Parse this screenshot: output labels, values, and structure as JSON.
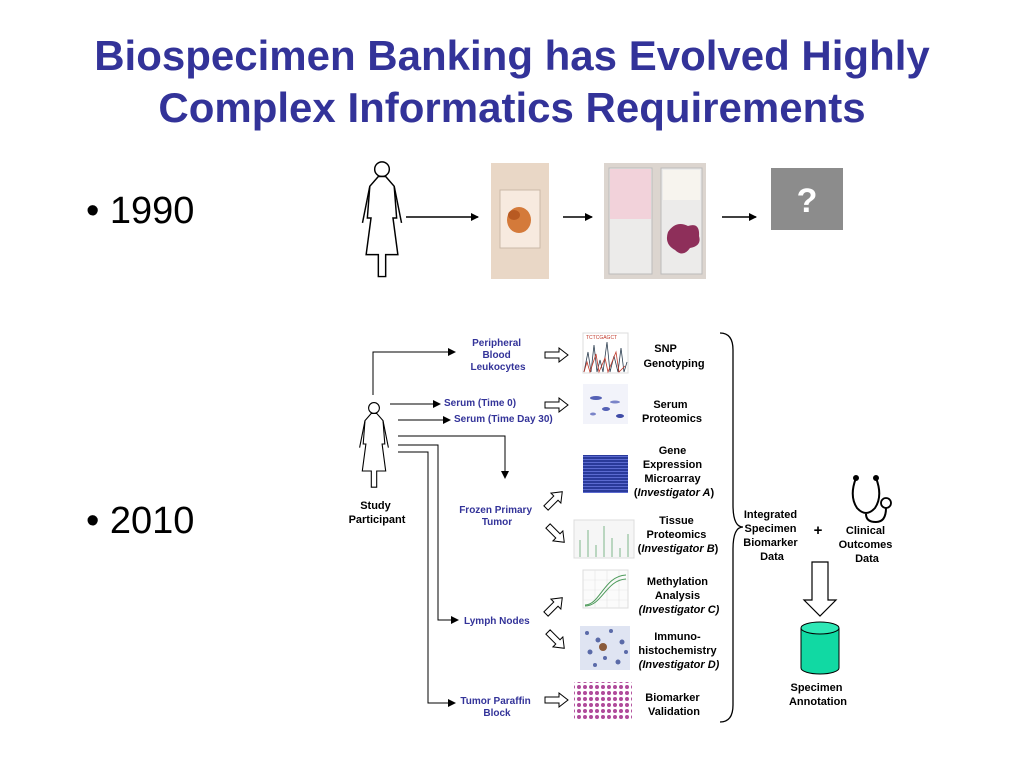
{
  "title": {
    "line1": "Biospecimen Banking has Evolved Highly",
    "line2": "Complex Informatics Requirements"
  },
  "bullets": [
    {
      "symbol": "•",
      "text": "1990"
    },
    {
      "symbol": "•",
      "text": "2010"
    }
  ],
  "row_1990": {
    "question_mark": "?"
  },
  "diagram_2010": {
    "participant_label": [
      "Study",
      "Participant"
    ],
    "sources": {
      "pbl": [
        "Peripheral",
        "Blood",
        "Leukocytes"
      ],
      "serum0": "Serum (Time 0)",
      "serum30": "Serum (Time Day 30)",
      "frozen": [
        "Frozen Primary",
        "Tumor"
      ],
      "lymph": "Lymph Nodes",
      "paraffin": [
        "Tumor Paraffin",
        "Block"
      ]
    },
    "snp_image_text": "TCTCGAGCT",
    "assays": {
      "snp": [
        "SNP",
        "Genotyping"
      ],
      "serum_prot": [
        "Serum",
        "Proteomics"
      ],
      "gene": [
        "Gene",
        "Expression",
        "Microarray"
      ],
      "gene_inv_open": "(",
      "gene_inv": "Investigator A",
      "gene_inv_close": ")",
      "tissue": [
        "Tissue",
        "Proteomics"
      ],
      "tissue_inv_open": "(",
      "tissue_inv": "Investigator B",
      "tissue_inv_close": ")",
      "methyl": [
        "Methylation",
        "Analysis"
      ],
      "methyl_inv": "(Investigator C)",
      "immuno": [
        "Immuno-",
        "histochemistry"
      ],
      "immuno_inv": "(Investigator D)",
      "biomarker": [
        "Biomarker",
        "Validation"
      ]
    },
    "integrated": [
      "Integrated",
      "Specimen",
      "Biomarker",
      "Data"
    ],
    "plus": "+",
    "clinical": [
      "Clinical",
      "Outcomes",
      "Data"
    ],
    "annotation": [
      "Specimen",
      "Annotation"
    ],
    "icons": [
      "woman-figure-icon",
      "stethoscope-icon",
      "database-cylinder-icon"
    ]
  }
}
